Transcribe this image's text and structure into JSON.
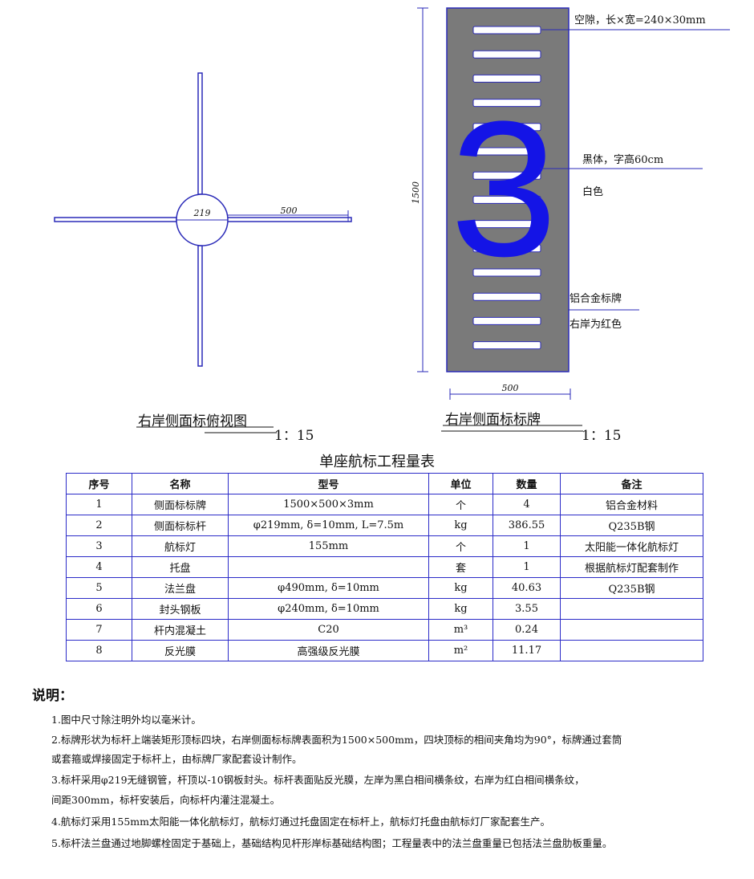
{
  "top_view": {
    "dim_diameter": "219",
    "dim_arm": "500",
    "caption": "右岸侧面标俯视图",
    "scale": "1：15"
  },
  "sign_view": {
    "dim_height": "1500",
    "dim_width": "500",
    "digit": "3",
    "caption": "右岸侧面标标牌",
    "scale": "1：15",
    "callouts": {
      "gap": "空隙，长×宽=240×30mm",
      "font": "黑体，字高60cm",
      "color": "白色",
      "material": "铝合金标牌",
      "bank": "右岸为红色"
    },
    "colors": {
      "board": "#7a7a7a",
      "digit": "#1414e6",
      "line": "#2a2ab8"
    }
  },
  "table": {
    "title": "单座航标工程量表",
    "headers": [
      "序号",
      "名称",
      "型号",
      "单位",
      "数量",
      "备注"
    ],
    "rows": [
      [
        "1",
        "侧面标标牌",
        "1500×500×3mm",
        "个",
        "4",
        "铝合金材料"
      ],
      [
        "2",
        "侧面标标杆",
        "φ219mm, δ=10mm, L=7.5m",
        "kg",
        "386.55",
        "Q235B钢"
      ],
      [
        "3",
        "航标灯",
        "155mm",
        "个",
        "1",
        "太阳能一体化航标灯"
      ],
      [
        "4",
        "托盘",
        "",
        "套",
        "1",
        "根据航标灯配套制作"
      ],
      [
        "5",
        "法兰盘",
        "φ490mm, δ=10mm",
        "kg",
        "40.63",
        "Q235B钢"
      ],
      [
        "6",
        "封头钢板",
        "φ240mm, δ=10mm",
        "kg",
        "3.55",
        ""
      ],
      [
        "7",
        "杆内混凝土",
        "C20",
        "m³",
        "0.24",
        ""
      ],
      [
        "8",
        "反光膜",
        "高强级反光膜",
        "m²",
        "11.17",
        ""
      ]
    ]
  },
  "notes": {
    "title": "说明：",
    "items": [
      "1.图中尺寸除注明外均以毫米计。",
      "2.标牌形状为标杆上端装矩形顶标四块，右岸侧面标标牌表面积为1500×500mm，四块顶标的相间夹角均为90°，标牌通过套筒",
      "或套箍或焊接固定于标杆上，由标牌厂家配套设计制作。",
      "3.标杆采用φ219无缝钢管，杆顶以-10钢板封头。标杆表面贴反光膜，左岸为黑白相间横条纹，右岸为红白相间横条纹，",
      "间距300mm，标杆安装后，向标杆内灌注混凝土。",
      "4.航标灯采用155mm太阳能一体化航标灯，航标灯通过托盘固定在标杆上，航标灯托盘由航标灯厂家配套生产。",
      "5.标杆法兰盘通过地脚螺栓固定于基础上，基础结构见杆形岸标基础结构图；工程量表中的法兰盘重量已包括法兰盘肋板重量。"
    ]
  }
}
